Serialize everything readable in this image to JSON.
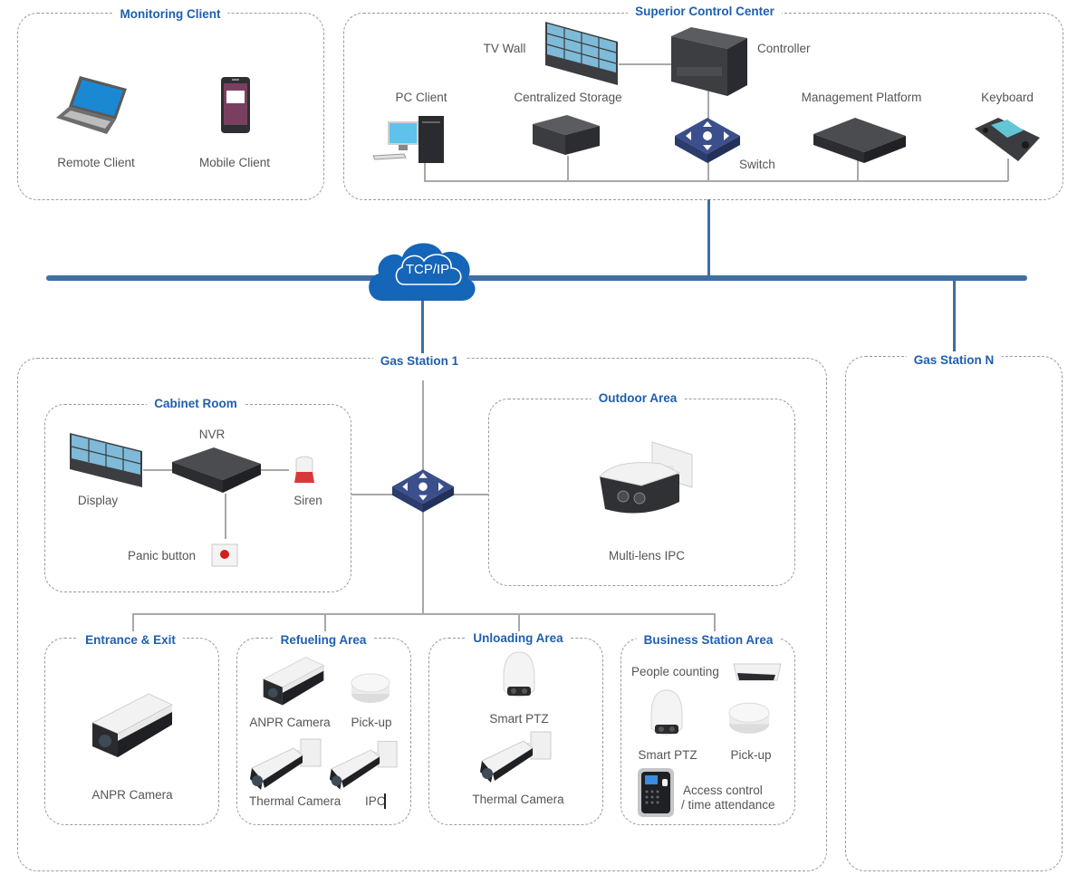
{
  "diagram": {
    "type": "network-topology",
    "colors": {
      "title_blue": "#1f5fae",
      "backbone_blue": "#3f6fa3",
      "cloud_blue": "#1565b8",
      "switch_blue": "#3b4f8c",
      "connector_gray": "#a8a8a8",
      "label_gray": "#555555"
    },
    "monitoring_client": {
      "title": "Monitoring Client",
      "devices": [
        {
          "label": "Remote Client",
          "icon": "laptop-icon"
        },
        {
          "label": "Mobile Client",
          "icon": "smartphone-icon"
        }
      ]
    },
    "superior_control_center": {
      "title": "Superior Control  Center",
      "devices": [
        {
          "label": "TV Wall",
          "icon": "video-wall-icon"
        },
        {
          "label": "Controller",
          "icon": "controller-icon"
        },
        {
          "label": "PC Client",
          "icon": "desktop-pc-icon"
        },
        {
          "label": "Centralized Storage",
          "icon": "storage-icon"
        },
        {
          "label": "Switch",
          "icon": "switch-icon"
        },
        {
          "label": "Management Platform",
          "icon": "server-icon"
        },
        {
          "label": "Keyboard",
          "icon": "control-keyboard-icon"
        }
      ]
    },
    "network": {
      "cloud_label": "TCP/IP"
    },
    "gas_station_1": {
      "title": "Gas Station 1",
      "cabinet_room": {
        "title": "Cabinet Room",
        "devices": [
          {
            "label": "NVR",
            "icon": "nvr-icon"
          },
          {
            "label": "Display",
            "icon": "display-wall-icon"
          },
          {
            "label": "Siren",
            "icon": "siren-icon"
          },
          {
            "label": "Panic button",
            "icon": "panic-button-icon"
          }
        ]
      },
      "outdoor_area": {
        "title": "Outdoor Area",
        "devices": [
          {
            "label": "Multi-lens IPC",
            "icon": "multi-lens-camera-icon"
          }
        ]
      },
      "entrance_exit": {
        "title": "Entrance & Exit",
        "devices": [
          {
            "label": "ANPR Camera",
            "icon": "box-camera-icon"
          }
        ]
      },
      "refueling_area": {
        "title": "Refueling Area",
        "devices": [
          {
            "label": "ANPR Camera",
            "icon": "box-camera-icon"
          },
          {
            "label": "Pick-up",
            "icon": "audio-pickup-icon"
          },
          {
            "label": "Thermal Camera",
            "icon": "bullet-camera-icon"
          },
          {
            "label": "IPC",
            "icon": "bullet-camera-icon"
          }
        ]
      },
      "unloading_area": {
        "title": "Unloading Area",
        "devices": [
          {
            "label": "Smart PTZ",
            "icon": "ptz-camera-icon"
          },
          {
            "label": "Thermal Camera",
            "icon": "bullet-camera-icon"
          }
        ]
      },
      "business_station_area": {
        "title": "Business Station Area",
        "devices": [
          {
            "label": "People counting",
            "icon": "people-counting-camera-icon"
          },
          {
            "label": "Smart PTZ",
            "icon": "ptz-camera-icon"
          },
          {
            "label": "Pick-up",
            "icon": "audio-pickup-icon"
          },
          {
            "label": "Access control",
            "label_line2": "/ time attendance",
            "icon": "access-control-icon"
          }
        ]
      }
    },
    "gas_station_n": {
      "title": "Gas Station N"
    }
  }
}
